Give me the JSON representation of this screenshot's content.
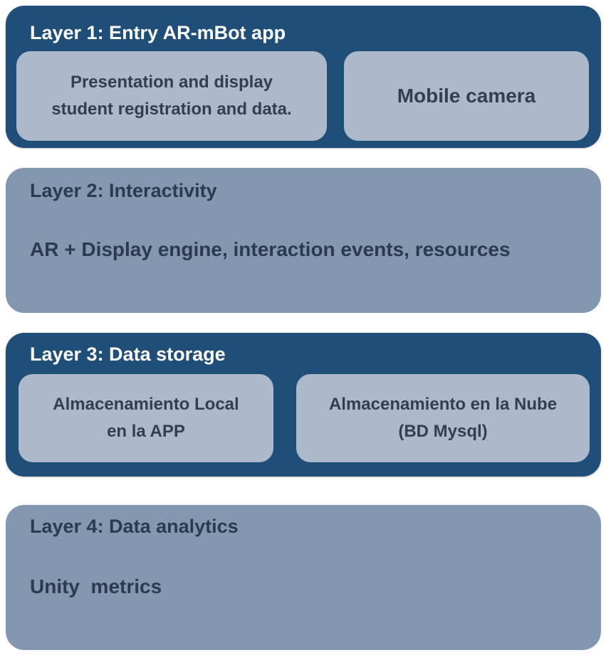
{
  "layers": [
    {
      "title": "Layer 1: Entry AR-mBot app",
      "boxes": [
        {
          "lines": [
            "Presentation and display",
            "student registration and data."
          ]
        },
        {
          "lines": [
            "Mobile camera"
          ]
        }
      ]
    },
    {
      "title": "Layer 2: Interactivity",
      "body": "AR + Display engine, interaction events, resources"
    },
    {
      "title": "Layer 3: Data storage",
      "boxes": [
        {
          "lines": [
            "Almacenamiento  Local",
            "en la APP"
          ]
        },
        {
          "lines": [
            "Almacenamiento  en la Nube",
            "(BD Mysql)"
          ]
        }
      ]
    },
    {
      "title": "Layer 4: Data analytics",
      "body": "Unity  metrics"
    }
  ],
  "colors": {
    "dark_layer": "#1f4e79",
    "light_layer": "#8497b0",
    "inner_box": "#acb9ca",
    "dark_text": "#2b3a4e"
  }
}
